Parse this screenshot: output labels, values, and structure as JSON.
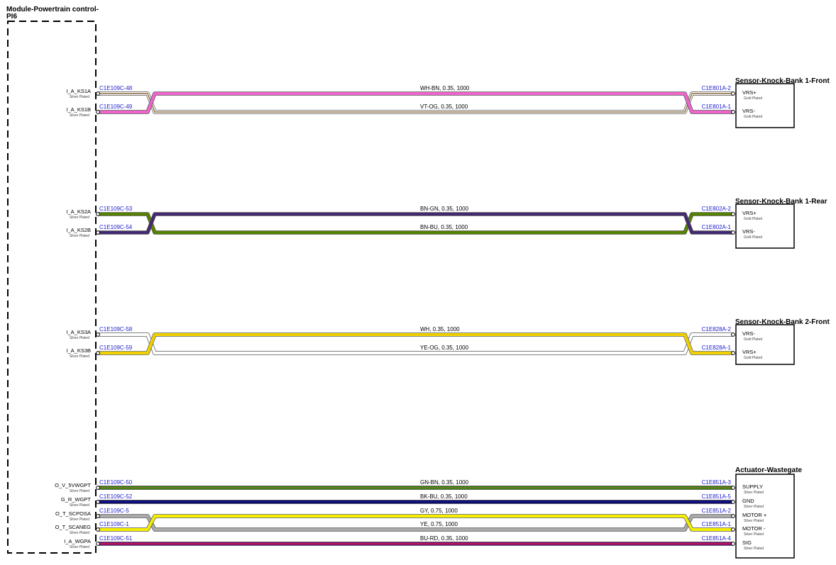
{
  "module": {
    "title_line1": "Module-Powertrain control-",
    "title_line2": "PI6"
  },
  "groups": [
    {
      "component": "Sensor-Knock-Bank 1-Front",
      "wires": [
        {
          "left_pin": "I_A_KS1A",
          "left_sub": "Silver Plated",
          "left_conn": "C1E109C-48",
          "label": "WH-BN,  0.35,  1000",
          "right_conn": "C1E801A-2",
          "right_pin": "VRS+",
          "right_sub": "Gold Plated",
          "colors": [
            "#ffffff",
            "#8b6a3c"
          ],
          "left_color": "#ee66cc",
          "right_color": "#ee66cc"
        },
        {
          "left_pin": "I_A_KS1B",
          "left_sub": "Silver Plated",
          "left_conn": "C1E109C-49",
          "label": "VT-OG,  0.35,  1000",
          "right_conn": "C1E801A-1",
          "right_pin": "VRS-",
          "right_sub": "Gold Plated",
          "colors": [
            "#ee66cc",
            "#ee66cc"
          ],
          "left_color": "#ffffff",
          "right_color": "#ffffff"
        }
      ]
    },
    {
      "component": "Sensor-Knock-Bank 1-Rear",
      "wires": [
        {
          "left_pin": "I_A_KS2A",
          "left_sub": "Silver Plated",
          "left_conn": "C1E109C-53",
          "label": "BN-GN,  0.35,  1000",
          "right_conn": "C1E802A-2",
          "right_pin": "VRS+",
          "right_sub": "Gold Plated",
          "colors": [
            "#5a7a00",
            "#4a8a00"
          ],
          "left_color": "#4a2a6a",
          "right_color": "#4a2a6a"
        },
        {
          "left_pin": "I_A_KS2B",
          "left_sub": "Silver Plated",
          "left_conn": "C1E109C-54",
          "label": "BN-BU,  0.35,  1000",
          "right_conn": "C1E802A-1",
          "right_pin": "VRS-",
          "right_sub": "Gold Plated",
          "colors": [
            "#4a2a6a",
            "#3a2a7a"
          ],
          "left_color": "#5a7a00",
          "right_color": "#5a7a00"
        }
      ]
    },
    {
      "component": "Sensor-Knock-Bank 2-Front",
      "wires": [
        {
          "left_pin": "I_A_KS3A",
          "left_sub": "Silver Plated",
          "left_conn": "C1E109C-58",
          "label": "WH,  0.35,  1000",
          "right_conn": "C1E828A-2",
          "right_pin": "VRS-",
          "right_sub": "Gold Plated",
          "colors": [
            "#ffffff",
            "#ffffff"
          ],
          "left_color": "#f5e000",
          "right_color": "#f5e000"
        },
        {
          "left_pin": "I_A_KS3B",
          "left_sub": "Silver Plated",
          "left_conn": "C1E109C-59",
          "label": "YE-OG,  0.35,  1000",
          "right_conn": "C1E828A-1",
          "right_pin": "VRS+",
          "right_sub": "Gold Plated",
          "colors": [
            "#f5e000",
            "#f0c000"
          ],
          "left_color": "#ffffff",
          "right_color": "#ffffff"
        }
      ]
    },
    {
      "component": "Actuator-Wastegate",
      "wires": [
        {
          "left_pin": "O_V_5VWGPT",
          "left_sub": "Silver Plated",
          "left_conn": "C1E109C-50",
          "label": "GN-BN,  0.35,  1000",
          "right_conn": "C1E851A-3",
          "right_pin": "SUPPLY",
          "right_sub": "Silver Plated",
          "colors": [
            "#2a8a00",
            "#8b6a3c"
          ],
          "left_color": "#2a8a00",
          "right_color": "#2a8a00"
        },
        {
          "left_pin": "G_R_WGPT",
          "left_sub": "Silver Plated",
          "left_conn": "C1E109C-52",
          "label": "BK-BU,  0.35,  1000",
          "right_conn": "C1E851A-5",
          "right_pin": "GND",
          "right_sub": "Silver Plated",
          "colors": [
            "#000060",
            "#1a1a9a"
          ],
          "left_color": "#000060",
          "right_color": "#000060"
        },
        {
          "left_pin": "O_T_SCPOSA",
          "left_sub": "Silver Plated",
          "left_conn": "C1E109C-5",
          "label": "GY,  0.75,  1000",
          "right_conn": "C1E851A-2",
          "right_pin": "MOTOR +",
          "right_sub": "Silver Plated",
          "colors": [
            "#aaaaaa",
            "#aaaaaa"
          ],
          "left_color": "#f5e000",
          "right_color": "#f5e000"
        },
        {
          "left_pin": "O_T_SCANEG",
          "left_sub": "Silver Plated",
          "left_conn": "C1E109C-1",
          "label": "YE,  0.75,  1000",
          "right_conn": "C1E851A-1",
          "right_pin": "MOTOR -",
          "right_sub": "Silver Plated",
          "colors": [
            "#f5f000",
            "#f5f000"
          ],
          "left_color": "#aaaaaa",
          "right_color": "#aaaaaa"
        },
        {
          "left_pin": "I_A_WGPA",
          "left_sub": "Silver Plated",
          "left_conn": "C1E109C-51",
          "label": "BU-RD,  0.35,  1000",
          "right_conn": "C1E851A-4",
          "right_pin": "SIG",
          "right_sub": "Silver Plated",
          "colors": [
            "#7a0a8a",
            "#cc1a3a"
          ],
          "left_color": "#7a0a8a",
          "right_color": "#7a0a8a"
        }
      ]
    }
  ]
}
